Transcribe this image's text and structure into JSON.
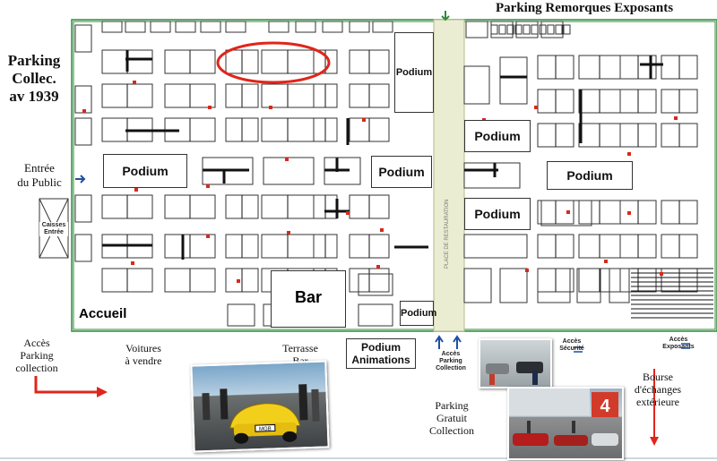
{
  "header": {
    "title": "Parking Remorques Exposants"
  },
  "left": {
    "parking_collec": [
      "Parking",
      "Collec.",
      "av 1939"
    ],
    "entree": [
      "Entrée",
      "du Public"
    ],
    "caisses": [
      "Caisses",
      "Entrée"
    ]
  },
  "halls": {
    "podiums": [
      "Podium",
      "Podium",
      "Podium",
      "Podium",
      "Podium",
      "Podium",
      "Podium"
    ],
    "bar": "Bar",
    "accueil": "Accueil",
    "alley_text": "PLACE DE RESTAURATION"
  },
  "bottom": {
    "acces_parking": [
      "Accès",
      "Parking",
      "collection"
    ],
    "voitures": [
      "Voitures",
      "à vendre"
    ],
    "terrasse": [
      "Terrasse",
      "Bar"
    ],
    "podium_animations": [
      "Podium",
      "Animations"
    ],
    "acces_parking_coll": [
      "Accès",
      "Parking",
      "Collection"
    ],
    "acces_securite": [
      "Accès",
      "Sécurité"
    ],
    "acces_exposants": [
      "Accès",
      "Exposants"
    ],
    "bourse": [
      "Bourse",
      "d'échanges",
      "extérieure"
    ],
    "parking_gratuit": [
      "Parking",
      "Gratuit",
      "Collection"
    ],
    "car_plate": "MGB"
  },
  "colors": {
    "highlight": "#e0251b",
    "walls": "#2e8b3a",
    "stand_marker": "#d62a1c",
    "arrow_blue": "#1f4fa3"
  }
}
